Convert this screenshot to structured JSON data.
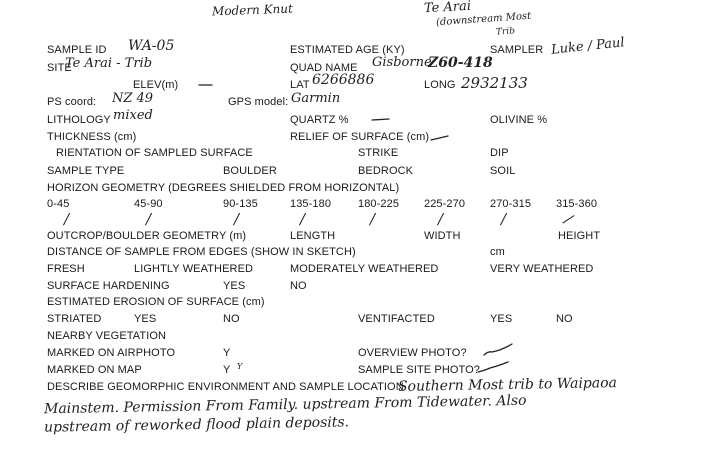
{
  "form": {
    "sample_id_label": "SAMPLE ID",
    "est_age_label": "ESTIMATED AGE (KY)",
    "sampler_label": "SAMPLER",
    "site_label": "SITE",
    "quad_label": "QUAD NAME",
    "elev_label": "ELEV(m)",
    "lat_label": "LAT",
    "long_label": "LONG",
    "gps_coord_label": "PS coord:",
    "gps_model_label": "GPS model:",
    "lithology_label": "LITHOLOGY",
    "quartz_label": "QUARTZ %",
    "olivine_label": "OLIVINE %",
    "thickness_label": "THICKNESS (cm)",
    "relief_label": "RELIEF OF SURFACE (cm)",
    "orientation_label": "RIENTATION OF SAMPLED SURFACE",
    "strike_label": "STRIKE",
    "dip_label": "DIP",
    "sample_type_label": "SAMPLE TYPE",
    "boulder_label": "BOULDER",
    "bedrock_label": "BEDROCK",
    "soil_label": "SOIL",
    "horizon_label": "HORIZON GEOMETRY (DEGREES SHIELDED FROM HORIZONTAL)",
    "horizon_ranges": [
      "0-45",
      "45-90",
      "90-135",
      "135-180",
      "180-225",
      "225-270",
      "270-315",
      "315-360"
    ],
    "outcrop_label": "OUTCROP/BOULDER GEOMETRY (m)",
    "length_label": "LENGTH",
    "width_label": "WIDTH",
    "height_label": "HEIGHT",
    "distance_label": "DISTANCE OF SAMPLE FROM EDGES (SHOW IN SKETCH)",
    "cm_label": "cm",
    "fresh_label": "FRESH",
    "lightly_label": "LIGHTLY WEATHERED",
    "moderately_label": "MODERATELY WEATHERED",
    "very_label": "VERY WEATHERED",
    "hardening_label": "SURFACE HARDENING",
    "yes_label": "YES",
    "no_label": "NO",
    "erosion_label": "ESTIMATED EROSION OF SURFACE (cm)",
    "striated_label": "STRIATED",
    "ventifacted_label": "VENTIFACTED",
    "vegetation_label": "NEARBY VEGETATION",
    "airphoto_label": "MARKED ON AIRPHOTO",
    "overview_label": "OVERVIEW PHOTO?",
    "map_label": "MARKED ON MAP",
    "site_photo_label": "SAMPLE SITE PHOTO?",
    "y_label": "Y",
    "describe_label": "DESCRIBE GEOMORPHIC ENVIRONMENT AND SAMPLE LOCATION"
  },
  "handwriting": {
    "top_note": "Modern Knut",
    "top_right_1": "Te Arai",
    "top_right_2": "(downstream Most",
    "top_right_3": "Trib",
    "sample_id": "WA-05",
    "sampler": "Luke / Paul",
    "site": "Te Arai - Trib",
    "quad": "Gisborne",
    "quad_code": "Z60-418",
    "lat": "6266886",
    "long": "2932133",
    "gps_coord": "NZ 49",
    "gps_model": "Garmin",
    "lithology": "mixed",
    "tick_mark": "/",
    "site_photo_y": "Y",
    "describe_1": "Southern Most trib to Waipaoa",
    "describe_2": "Mainstem. Permission From Family. upstream From Tidewater. Also",
    "describe_3": "upstream of reworked flood plain deposits."
  }
}
